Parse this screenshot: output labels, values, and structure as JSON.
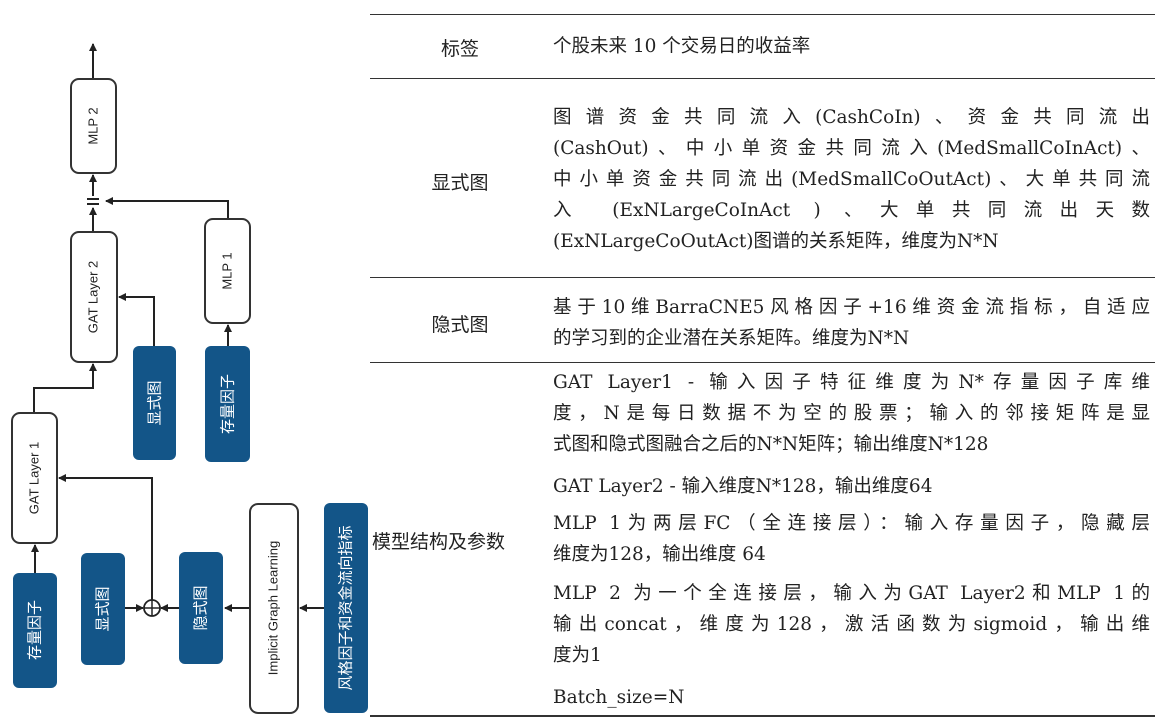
{
  "diagram": {
    "mlp2": "MLP 2",
    "gat2": "GAT Layer 2",
    "mlp1": "MLP 1",
    "explicit_top": "显式图",
    "stock_factor_top": "存量因子",
    "gat1": "GAT Layer 1",
    "stock_factor_bottom": "存量因子",
    "explicit_bottom": "显式图",
    "implicit": "隐式图",
    "igl": "Implicit Graph Learning",
    "style_factors": "风格因子和资金流向指标",
    "concat_symbol": "||",
    "colors": {
      "dark_box": "#135588"
    }
  },
  "table": {
    "rows": [
      {
        "label": "标签",
        "lines": [
          "个股未来 10 个交易日的收益率"
        ]
      },
      {
        "label": "显式图",
        "lines": [
          "图谱资金共同流入(CashCoIn)、资金共同流出",
          "(CashOut)、中小单资金共同流入(MedSmallCoInAct)、",
          "中小单资金共同流出(MedSmallCoOutAct)、大单共同流",
          "入 (ExNLargeCoInAct ) 、大单共同流出天数",
          "(ExNLargeCoOutAct)图谱的关系矩阵，维度为N*N"
        ]
      },
      {
        "label": "隐式图",
        "lines": [
          "基于10维BarraCNE5风格因子+16维资金流指标，自适应",
          "的学习到的企业潜在关系矩阵。维度为N*N"
        ]
      },
      {
        "label": "模型结构及参数",
        "paragraphs": [
          [
            "GAT Layer1 - 输入因子特征维度为N*存量因子库维",
            "度，N是每日数据不为空的股票；输入的邻接矩阵是显",
            "式图和隐式图融合之后的N*N矩阵；输出维度N*128"
          ],
          [
            "GAT Layer2 - 输入维度N*128，输出维度64"
          ],
          [
            "MLP 1为两层FC（全连接层）：输入存量因子，隐藏层",
            "维度为128，输出维度 64"
          ],
          [
            "MLP 2 为一个全连接层，输入为GAT Layer2和MLP 1的",
            "输出concat，维度为128，激活函数为sigmoid，输出维",
            "度为1"
          ],
          [
            "Batch_size=N"
          ]
        ]
      }
    ]
  }
}
